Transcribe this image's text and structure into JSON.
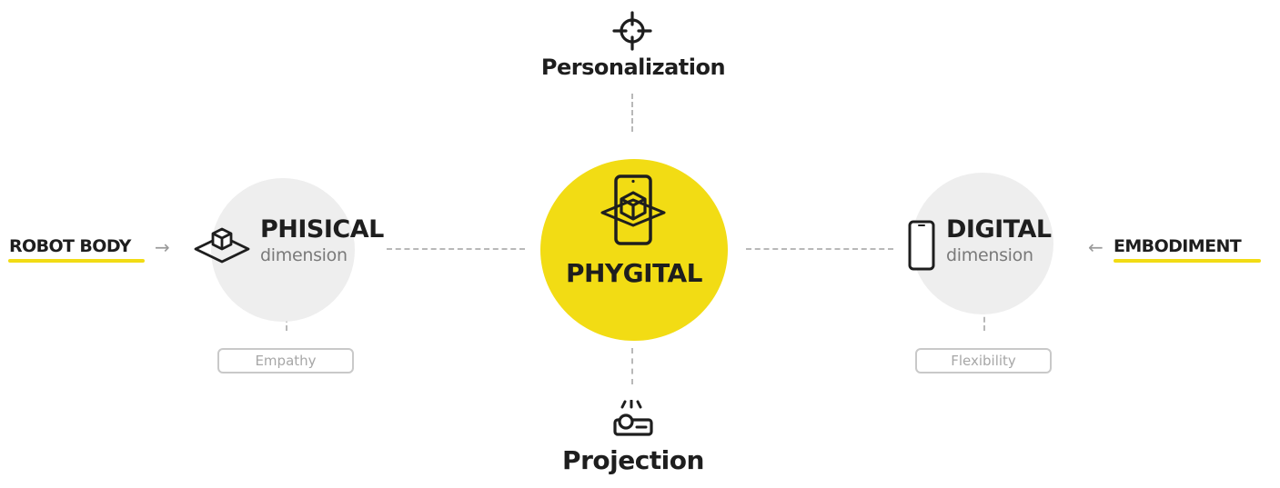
{
  "center": {
    "title": "PHYGITAL",
    "icon": "phone-ar-cube-icon",
    "color": "#f2dc14"
  },
  "top": {
    "label": "Personalization",
    "icon": "crosshair-icon"
  },
  "bottom": {
    "label": "Projection",
    "icon": "projector-icon"
  },
  "left": {
    "title": "PHISICAL",
    "subtitle": "dimension",
    "icon": "cube-on-plane-icon",
    "pill": "Empathy",
    "side_label": "ROBOT BODY",
    "arrow": "→"
  },
  "right": {
    "title": "DIGITAL",
    "subtitle": "dimension",
    "icon": "smartphone-icon",
    "pill": "Flexibility",
    "side_label": "EMBODIMENT",
    "arrow": "←"
  },
  "colors": {
    "accent": "#f2dc14",
    "grey_circle": "#eeeeee",
    "text": "#1e1e1e"
  }
}
